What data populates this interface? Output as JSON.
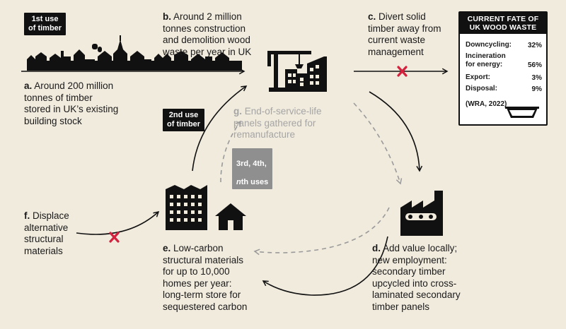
{
  "badges": {
    "first_use": "1st use\nof timber",
    "second_use": "2nd use\nof timber",
    "nth_uses_line1": "3rd, 4th,",
    "nth_uses_n": "n",
    "nth_uses_line2": "th uses"
  },
  "steps": {
    "a": {
      "letter": "a.",
      "text": " Around 200 million\ntonnes of timber\nstored in UK’s existing\nbuilding stock"
    },
    "b": {
      "letter": "b.",
      "text": " Around 2 million\ntonnes construction\nand demolition wood\nwaste per year in UK"
    },
    "c": {
      "letter": "c.",
      "text": " Divert solid\ntimber away from\ncurrent waste\nmanagement"
    },
    "d": {
      "letter": "d.",
      "text": " Add value locally;\nnew employment:\nsecondary timber\nupcycled into cross-\nlaminated secondary\ntimber panels"
    },
    "e": {
      "letter": "e.",
      "text": " Low-carbon\nstructural materials\nfor up to 10,000\nhomes per year:\nlong-term store for\nsequestered carbon"
    },
    "f": {
      "letter": "f.",
      "text": " Displace\nalternative\nstructural\nmaterials"
    },
    "g": {
      "letter": "g.",
      "text": " End-of-service-life\npanels gathered for\nremanufacture"
    }
  },
  "fate_panel": {
    "title": "CURRENT FATE OF\nUK WOOD WASTE",
    "rows": [
      {
        "label": "Downcycling:",
        "value": "32%"
      },
      {
        "label": "Incineration\nfor energy:",
        "value": "56%"
      },
      {
        "label": "Export:",
        "value": "3%"
      },
      {
        "label": "Disposal:",
        "value": "9%"
      }
    ],
    "source": "(WRA, 2022)"
  },
  "colors": {
    "background": "#f1ebde",
    "ink": "#111111",
    "cross": "#d4213d",
    "dashed": "#9a9a9a"
  },
  "icons": {
    "skyline": "town-skyline-icon",
    "construction": "crane-building-icon",
    "factory": "factory-icon",
    "apartments": "apartment-block-icon",
    "house": "house-icon",
    "skip": "skip-bin-icon",
    "cross": "cross-mark-icon"
  }
}
